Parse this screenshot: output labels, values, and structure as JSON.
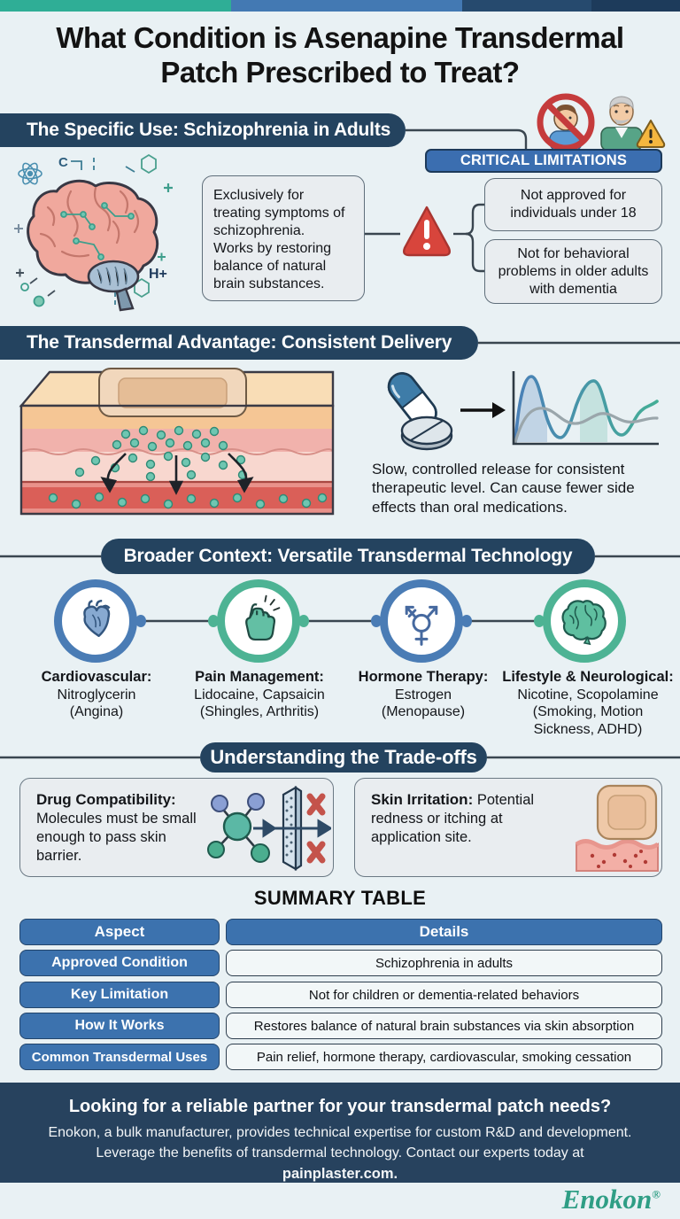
{
  "title": "What Condition is Asenapine Transdermal Patch Prescribed to Treat?",
  "colors": {
    "background": "#E9F1F4",
    "navy": "#24435F",
    "badge_blue": "#3B6EB0",
    "table_blue": "#3C72AE",
    "ring_blue": "#4A7CB5",
    "ring_green": "#4DB394",
    "alert_red": "#D8453C",
    "teal_accent": "#2F9E85",
    "footer_navy": "#27425E",
    "topbar_segments": [
      "#2FAE96",
      "#4379B3",
      "#264A6E",
      "#1D3B5B"
    ]
  },
  "section1": {
    "header": "The Specific Use: Schizophrenia in Adults",
    "desc1": "Exclusively for treating symptoms of schizophrenia.",
    "desc2": "Works by restoring balance of natural brain substances.",
    "badge": "CRITICAL LIMITATIONS",
    "limitation1": "Not approved for individuals under 18",
    "limitation2": "Not for behavioral problems in older adults with dementia"
  },
  "section2": {
    "header": "The Transdermal Advantage: Consistent Delivery",
    "text": "Slow, controlled release for consistent therapeutic level. Can cause fewer side effects than oral medications."
  },
  "section3": {
    "header": "Broader Context: Versatile Transdermal Technology",
    "items": [
      {
        "title": "Cardiovascular:",
        "line1": "Nitroglycerin",
        "line2": "(Angina)",
        "icon": "heart-icon",
        "ring": "blue"
      },
      {
        "title": "Pain Management:",
        "line1": "Lidocaine, Capsaicin",
        "line2": "(Shingles, Arthritis)",
        "icon": "fist-icon",
        "ring": "green"
      },
      {
        "title": "Hormone Therapy:",
        "line1": "Estrogen",
        "line2": "(Menopause)",
        "icon": "transgender-icon",
        "ring": "blue"
      },
      {
        "title": "Lifestyle & Neurological:",
        "line1": "Nicotine, Scopolamine",
        "line2": "(Smoking, Motion Sickness, ADHD)",
        "icon": "brain-icon",
        "ring": "green"
      }
    ]
  },
  "section4": {
    "header": "Understanding the Trade-offs",
    "card1_title": "Drug Compatibility:",
    "card1_text": "Molecules must be small enough to pass skin barrier.",
    "card2_title": "Skin Irritation:",
    "card2_text": "Potential redness or itching at application site."
  },
  "summary": {
    "heading": "SUMMARY TABLE",
    "col1": "Aspect",
    "col2": "Details",
    "rows": [
      {
        "aspect": "Approved Condition",
        "details": "Schizophrenia in adults"
      },
      {
        "aspect": "Key Limitation",
        "details": "Not for children or dementia-related behaviors"
      },
      {
        "aspect": "How It Works",
        "details": "Restores balance of natural brain substances via skin absorption"
      },
      {
        "aspect": "Common Transdermal Uses",
        "details": "Pain relief, hormone therapy, cardiovascular, smoking cessation"
      }
    ]
  },
  "footer": {
    "headline": "Looking for a reliable partner for your transdermal patch needs?",
    "line1": "Enokon, a bulk manufacturer, provides technical expertise for custom R&D and development.",
    "line2": "Leverage the benefits of transdermal technology. Contact our experts today at",
    "domain": "painplaster.com.",
    "logo": "Enokon",
    "reg": "®"
  }
}
